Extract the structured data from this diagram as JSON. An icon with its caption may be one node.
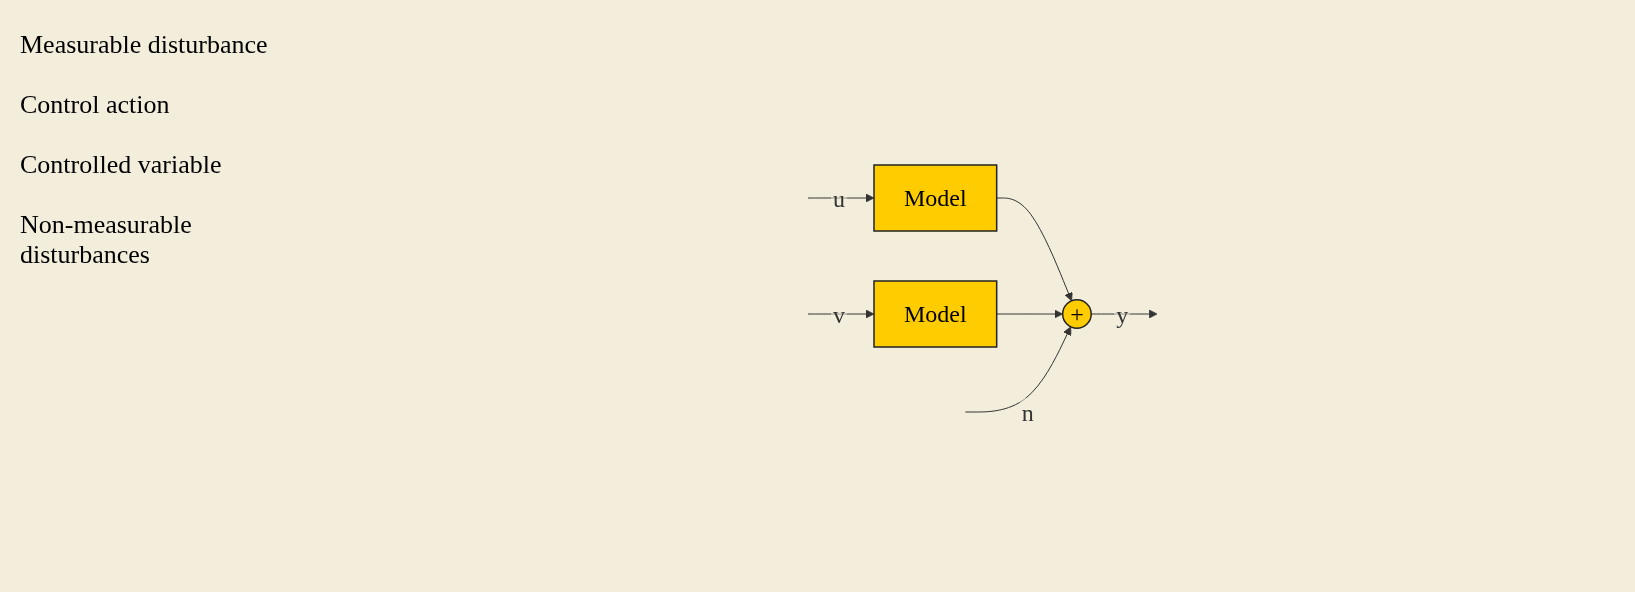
{
  "diagram": {
    "nodes": [
      {
        "text": [
          "Model"
        ]
      },
      {
        "text": [
          "Model"
        ]
      },
      {
        "text": [
          "+"
        ]
      }
    ],
    "edges": [
      {
        "from": null,
        "to": 0,
        "arrow": "to",
        "label": "v"
      },
      {
        "from": null,
        "to": 1,
        "arrow": "to",
        "label": "u"
      },
      {
        "from": 1,
        "to": 2,
        "arrow": "to"
      },
      {
        "from": 0,
        "to": 2,
        "arrow": "to"
      },
      {
        "from": 2,
        "to": null,
        "arrow": "to",
        "label": "y"
      },
      {
        "from": null,
        "to": 2,
        "arrow": "to",
        "label": "n"
      }
    ],
    "labels": [
      "Measurable disturbance",
      "Control action",
      "Controlled variable",
      "Non-measurable disturbances"
    ]
  }
}
